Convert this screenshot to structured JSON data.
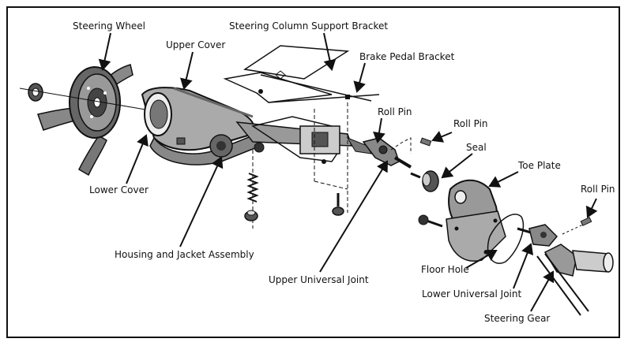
{
  "labels": {
    "steering_wheel": "Steering Wheel",
    "upper_cover": "Upper Cover",
    "steering_column_support_bracket": "Steering Column Support Bracket",
    "brake_pedal_bracket": "Brake Pedal Bracket",
    "roll_pin_1": "Roll Pin",
    "roll_pin_2": "Roll Pin",
    "roll_pin_3": "Roll Pin",
    "seal": "Seal",
    "toe_plate": "Toe Plate",
    "lower_cover": "Lower Cover",
    "housing_and_jacket_assembly": "Housing and Jacket Assembly",
    "upper_universal_joint": "Upper Universal Joint",
    "floor_hole": "Floor Hole",
    "lower_universal_joint": "Lower Universal Joint",
    "steering_gear": "Steering Gear"
  },
  "colors": {
    "ink": "#111111",
    "shade": "#555555",
    "light": "#bbbbbb",
    "background": "#ffffff"
  }
}
